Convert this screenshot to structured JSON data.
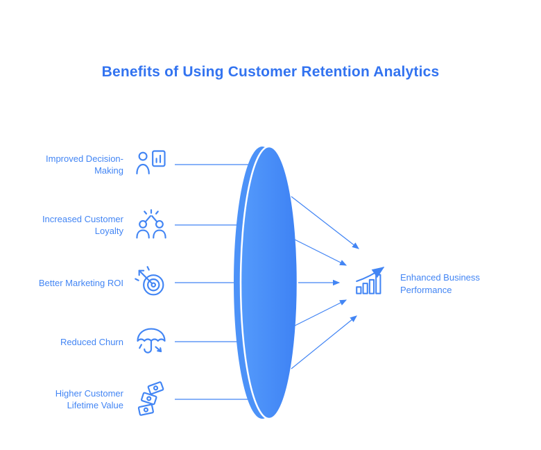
{
  "title": "Benefits of Using Customer Retention Analytics",
  "colors": {
    "title_blue": "#3273f0",
    "label_blue": "#4285f4",
    "lens_light_blue": "#549afb",
    "lens_dark_blue": "#3e82f4",
    "background": "#ffffff"
  },
  "benefits": [
    {
      "label": "Improved Decision-Making",
      "lines": [
        "Improved Decision-",
        "Making"
      ],
      "icon": "decision-making-icon"
    },
    {
      "label": "Increased Customer Loyalty",
      "lines": [
        "Increased Customer",
        "Loyalty"
      ],
      "icon": "customer-loyalty-icon"
    },
    {
      "label": "Better Marketing ROI",
      "lines": [
        "Better Marketing ROI"
      ],
      "icon": "marketing-roi-target-icon"
    },
    {
      "label": "Reduced Churn",
      "lines": [
        "Reduced Churn"
      ],
      "icon": "reduced-churn-umbrella-icon"
    },
    {
      "label": "Higher Customer Lifetime Value",
      "lines": [
        "Higher Customer",
        "Lifetime Value"
      ],
      "icon": "lifetime-value-money-icon"
    }
  ],
  "outcome": {
    "label": "Enhanced Business Performance",
    "lines": [
      "Enhanced Business",
      "Performance"
    ],
    "icon": "growth-chart-icon"
  }
}
